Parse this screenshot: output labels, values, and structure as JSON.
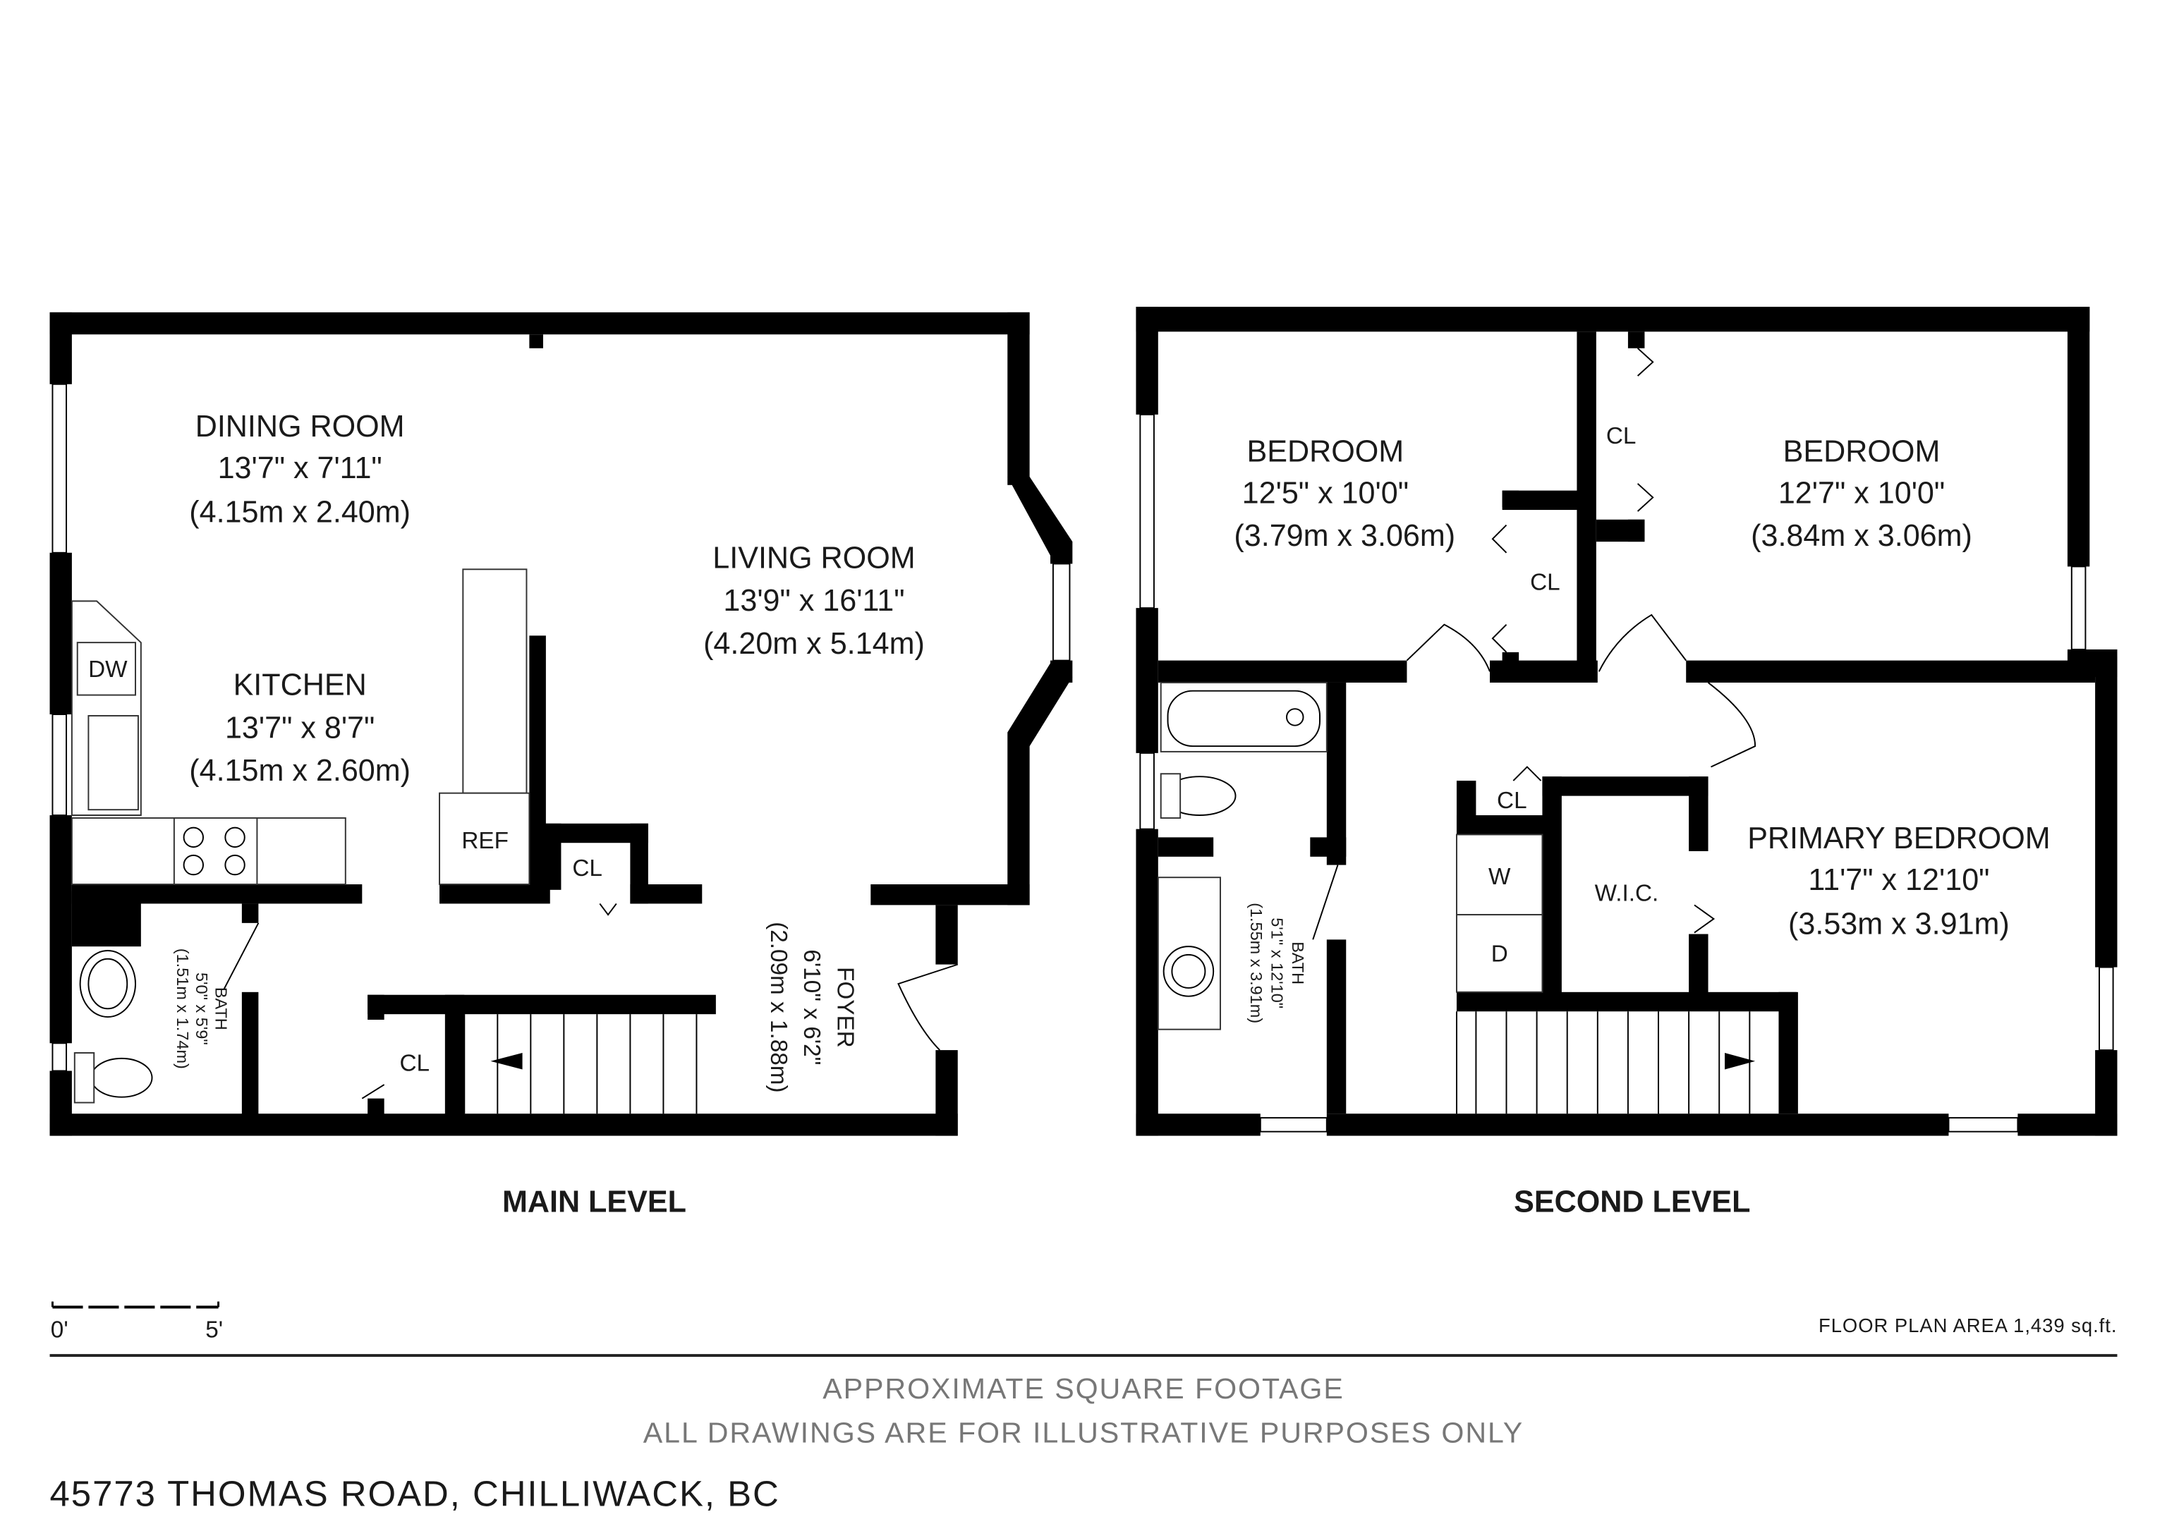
{
  "main_level": {
    "title": "MAIN LEVEL",
    "rooms": [
      {
        "name": "DINING ROOM",
        "imperial": "13'7\" x 7'11\"",
        "metric": "(4.15m x 2.40m)"
      },
      {
        "name": "KITCHEN",
        "imperial": "13'7\" x 8'7\"",
        "metric": "(4.15m x 2.60m)"
      },
      {
        "name": "LIVING ROOM",
        "imperial": "13'9\" x 16'11\"",
        "metric": "(4.20m x 5.14m)"
      },
      {
        "name": "FOYER",
        "imperial": "6'10\" x 6'2\"",
        "metric": "(2.09m x 1.88m)"
      },
      {
        "name": "BATH",
        "imperial": "5'0\" x 5'9\"",
        "metric": "(1.51m x 1.74m)"
      }
    ],
    "labels": {
      "dw": "DW",
      "ref": "REF",
      "cl1": "CL",
      "cl2": "CL"
    }
  },
  "second_level": {
    "title": "SECOND LEVEL",
    "rooms": [
      {
        "name": "BEDROOM",
        "imperial": "12'5\" x 10'0\"",
        "metric": "(3.79m x 3.06m)"
      },
      {
        "name": "BEDROOM",
        "imperial": "12'7\" x 10'0\"",
        "metric": "(3.84m x 3.06m)"
      },
      {
        "name": "PRIMARY BEDROOM",
        "imperial": "11'7\" x 12'10\"",
        "metric": "(3.53m x 3.91m)"
      },
      {
        "name": "BATH",
        "imperial": "5'1\" x 12'10\"",
        "metric": "(1.55m x 3.91m)"
      }
    ],
    "labels": {
      "cl1": "CL",
      "cl2": "CL",
      "cl3": "CL",
      "w": "W",
      "d": "D",
      "wic": "W.I.C."
    }
  },
  "scale": {
    "start": "0'",
    "end": "5'"
  },
  "area": "FLOOR PLAN AREA 1,439 sq.ft.",
  "disclaimer": [
    "APPROXIMATE SQUARE FOOTAGE",
    "ALL DRAWINGS ARE FOR ILLUSTRATIVE PURPOSES ONLY"
  ],
  "address": "45773 THOMAS ROAD, CHILLIWACK, BC"
}
